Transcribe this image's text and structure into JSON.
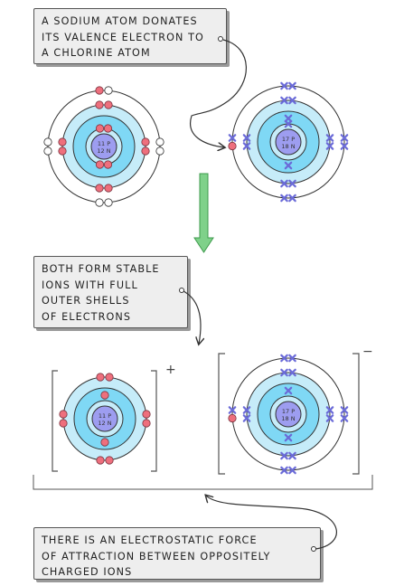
{
  "callouts": {
    "donation": {
      "lines": [
        "A SODIUM ATOM DONATES",
        "ITS VALENCE ELECTRON TO",
        "A CHLORINE ATOM"
      ]
    },
    "stable": {
      "lines": [
        "BOTH FORM STABLE",
        "IONS WITH FULL",
        "OUTER SHELLS",
        "OF ELECTRONS"
      ]
    },
    "attraction": {
      "lines": [
        "THERE IS AN ELECTROSTATIC FORCE",
        "OF ATTRACTION BETWEEN OPPOSITELY",
        "CHARGED IONS"
      ]
    }
  },
  "sodium": {
    "protons": "11 P",
    "neutrons": "12 N"
  },
  "chlorine": {
    "protons": "17 P",
    "neutrons": "18 N"
  },
  "charges": {
    "positive": "+",
    "negative": "−"
  },
  "colors": {
    "nucleus": "#9d9df0",
    "inner_band": "#7fd8f5",
    "outer_band": "#c6ecf9",
    "electron_sodium": "#ee6f7d",
    "electron_chlorine": "#6b6bd8",
    "arrow_green": "#7fd18a"
  }
}
